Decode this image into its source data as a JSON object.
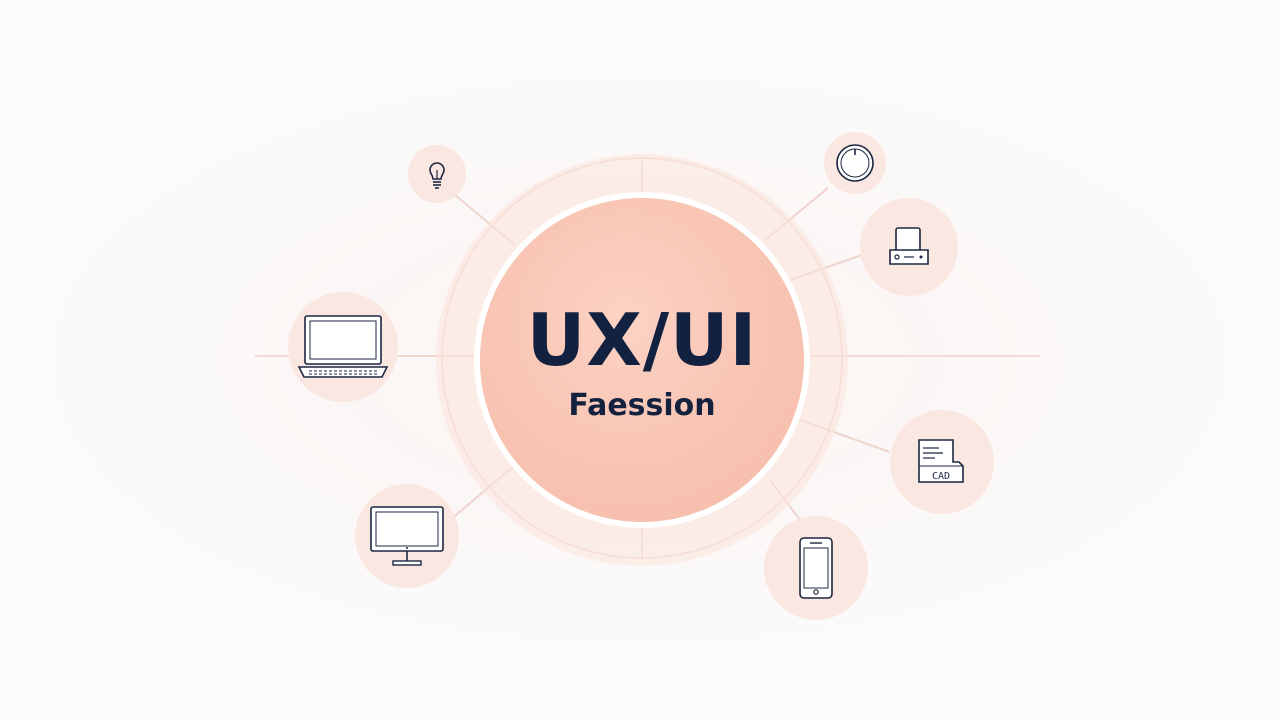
{
  "title": "UX/UI",
  "subtitle": "Faession",
  "nodes": [
    {
      "icon": "lightbulb-icon"
    },
    {
      "icon": "laptop-icon"
    },
    {
      "icon": "monitor-icon"
    },
    {
      "icon": "knob-icon"
    },
    {
      "icon": "printer-icon"
    },
    {
      "icon": "card-reader-icon",
      "label": "CAD"
    },
    {
      "icon": "smartphone-icon"
    }
  ],
  "colors": {
    "center": "#f9c6b5",
    "text": "#12213f",
    "node_bg": "#fbe7e1",
    "line": "#f2d6cf"
  }
}
